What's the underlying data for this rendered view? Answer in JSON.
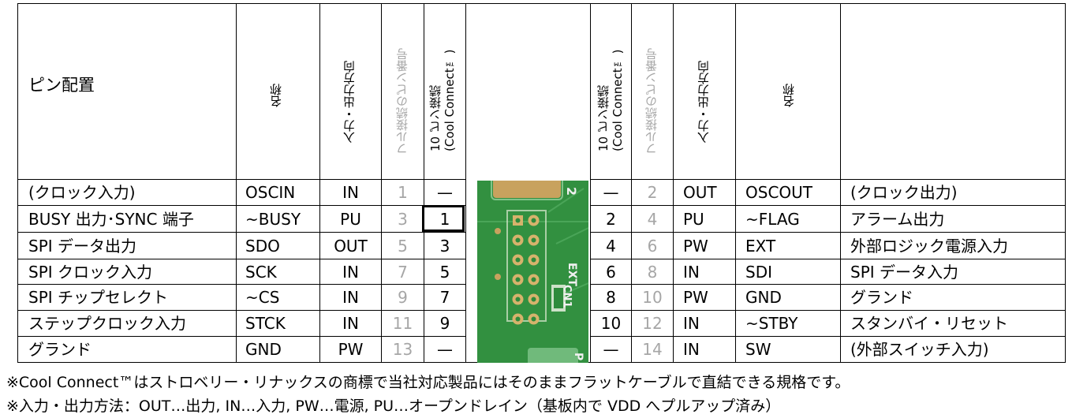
{
  "header": {
    "left_title": "ピン配置",
    "name": "名称",
    "direction": "入力・出力方向",
    "full_pin": "フル接続のピン番号",
    "cc_pin_line1": "10 ピン接続",
    "cc_pin_line2": "(Cool Connect™)"
  },
  "left_rows": [
    {
      "desc": "(クロック入力)",
      "name": "OSCIN",
      "dir": "IN",
      "full": "1",
      "cc": "—"
    },
    {
      "desc": "BUSY 出力･SYNC 端子",
      "name": "~BUSY",
      "dir": "PU",
      "full": "3",
      "cc": "1"
    },
    {
      "desc": "SPI データ出力",
      "name": "SDO",
      "dir": "OUT",
      "full": "5",
      "cc": "3"
    },
    {
      "desc": "SPI クロック入力",
      "name": "SCK",
      "dir": "IN",
      "full": "7",
      "cc": "5"
    },
    {
      "desc": "SPI チップセレクト",
      "name": "~CS",
      "dir": "IN",
      "full": "9",
      "cc": "7"
    },
    {
      "desc": "ステップクロック入力",
      "name": "STCK",
      "dir": "IN",
      "full": "11",
      "cc": "9"
    },
    {
      "desc": "グランド",
      "name": "GND",
      "dir": "PW",
      "full": "13",
      "cc": "—"
    }
  ],
  "right_rows": [
    {
      "cc": "—",
      "full": "2",
      "dir": "OUT",
      "name": "OSCOUT",
      "desc": "(クロック出力)"
    },
    {
      "cc": "2",
      "full": "4",
      "dir": "PU",
      "name": "~FLAG",
      "desc": "アラーム出力"
    },
    {
      "cc": "4",
      "full": "6",
      "dir": "PW",
      "name": "EXT",
      "desc": "外部ロジック電源入力"
    },
    {
      "cc": "6",
      "full": "8",
      "dir": "IN",
      "name": "SDI",
      "desc": "SPI データ入力"
    },
    {
      "cc": "8",
      "full": "10",
      "dir": "PW",
      "name": "GND",
      "desc": "グランド"
    },
    {
      "cc": "10",
      "full": "12",
      "dir": "IN",
      "name": "~STBY",
      "desc": "スタンバイ・リセット"
    },
    {
      "cc": "—",
      "full": "14",
      "dir": "IN",
      "name": "SW",
      "desc": "(外部スイッチ入力)"
    }
  ],
  "board": {
    "labels": [
      "EXT",
      "CN1",
      "2",
      "P"
    ]
  },
  "notes": [
    "※Cool Connect™はストロベリー・リナックスの商標で当社対応製品にはそのままフラットケーブルで直結できる規格です。",
    "※入力・出力方法：OUT…出力, IN…入力, PW…電源, PU…オープンドレイン（基板内で VDD へプルアップ済み）"
  ]
}
